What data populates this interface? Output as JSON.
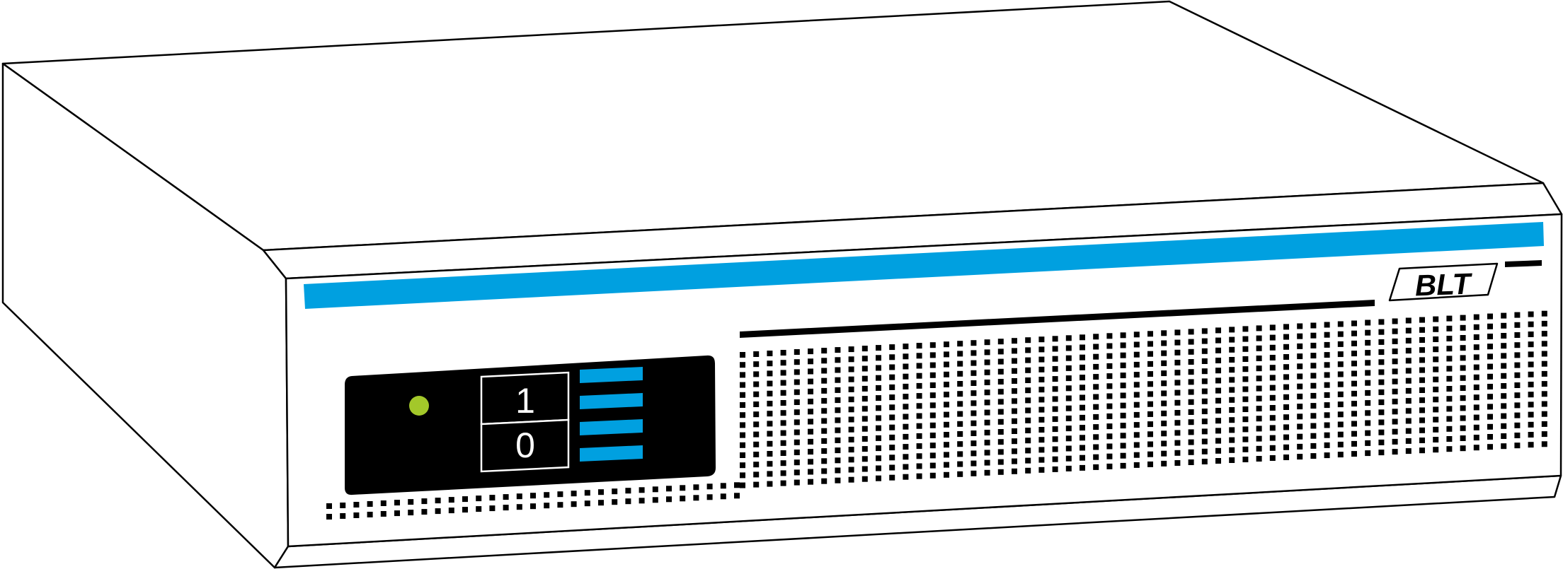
{
  "brand": {
    "logo_text": "BLT"
  },
  "power_switch": {
    "on_label": "1",
    "off_label": "0"
  },
  "colors": {
    "accent_blue": "#00a0e0",
    "indicator_green": "#a3c82a",
    "panel_black": "#000000",
    "outline": "#000000",
    "body": "#ffffff"
  },
  "icons": {
    "power_indicator": "status-led-icon",
    "logo": "blt-logo-icon"
  }
}
